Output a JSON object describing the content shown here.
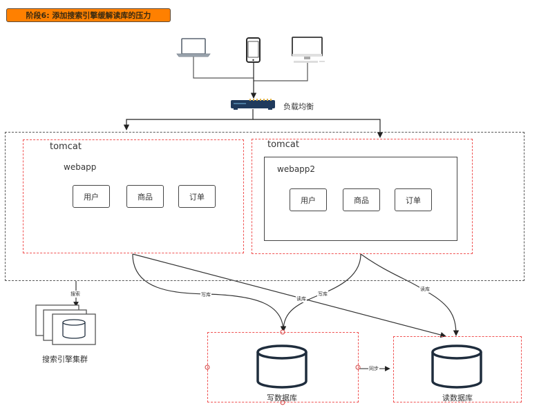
{
  "title": "阶段6: 添加搜索引擎缓解读库的压力",
  "clients": [
    {
      "name": "laptop",
      "icon": "laptop-icon"
    },
    {
      "name": "phone",
      "icon": "phone-icon"
    },
    {
      "name": "desktop",
      "icon": "desktop-icon"
    }
  ],
  "load_balancer": {
    "label": "负载均衡",
    "icon": "load-balancer-icon"
  },
  "tomcat1": {
    "label": "tomcat",
    "webapp_label": "webapp",
    "modules": [
      "用户",
      "商品",
      "订单"
    ]
  },
  "tomcat2": {
    "label": "tomcat",
    "webapp_label": "webapp2",
    "modules": [
      "用户",
      "商品",
      "订单"
    ]
  },
  "search_cluster": {
    "label": "搜索引擎集群",
    "edge_label": "搜索"
  },
  "edges": {
    "write1": "写库",
    "read1": "读库",
    "write2": "写库",
    "read2": "读库",
    "sync": "同步"
  },
  "write_db": {
    "label": "写数据库"
  },
  "read_db": {
    "label": "读数据库"
  },
  "colors": {
    "title_bg": "#ff8000",
    "dashed_red": "#f05050",
    "db_stroke": "#1f2d3d"
  }
}
